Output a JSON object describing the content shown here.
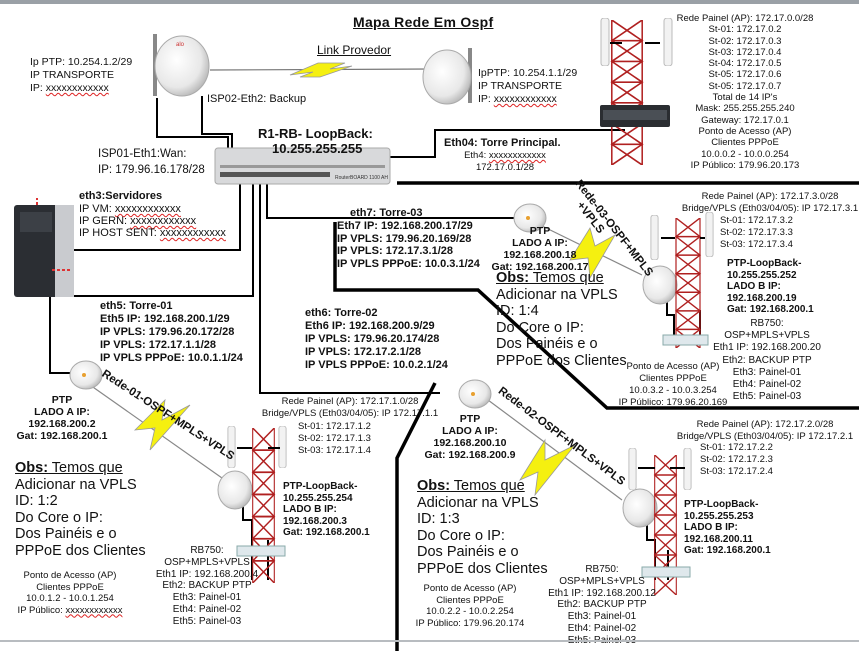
{
  "title": "Mapa  Rede  Em Ospf",
  "link_provedor": "Link Provedor",
  "ptp_left": {
    "lines": [
      "Ip PTP:  10.254.1.2/29",
      "IP TRANSPORTE",
      "IP: xxxxxxxxxxxx"
    ]
  },
  "ptp_right": {
    "lines": [
      "IpPTP:  10.254.1.1/29",
      "IP TRANSPORTE",
      "IP: xxxxxxxxxxxx"
    ]
  },
  "isp02": "ISP02-Eth2: Backup",
  "router": {
    "label": "R1-RB-  LoopBack:",
    "ip": "10.255.255.255",
    "brand": "RouterBOARD 1100 AH"
  },
  "isp01": {
    "lines": [
      "ISP01-Eth1:Wan:",
      "IP: 179.96.16.178/28"
    ]
  },
  "eth04": {
    "title": "Eth04: Torre Principal.",
    "lines": [
      "Eth4: xxxxxxxxxxxx",
      "172.17.0.1/28"
    ]
  },
  "main_ap": {
    "lines": [
      "Rede  Painel (AP): 172.17.0.0/28",
      "St-01: 172.17.0.2",
      "St-02: 172.17.0.3",
      "St-03: 172.17.0.4",
      "St-04: 172.17.0.5",
      "St-05: 172.17.0.6",
      "St-05: 172.17.0.7",
      "Total de 14 IP's",
      "Mask: 255.255.255.240",
      "Gateway: 172.17.0.1",
      "Ponto de Acesso (AP)",
      "Clientes PPPoE",
      "10.0.0.2 - 10.0.0.254",
      "IP Público: 179.96.20.173"
    ]
  },
  "eth3": {
    "title": "eth3:Servidores",
    "lines": [
      " IP VM: xxxxxxxxxxxx",
      "IP GERN:  xxxxxxxxxxxx",
      "IP HOST SENT:  xxxxxxxxxxxx"
    ]
  },
  "eth7": {
    "title": "eth7: Torre-03",
    "lines": [
      "Eth7 IP: 192.168.200.17/29",
      "IP VPLS: 179.96.20.169/28",
      "IP VPLS: 172.17.3.1/28",
      "IP VPLS PPPoE:  10.0.3.1/24"
    ]
  },
  "eth5": {
    "lines": [
      "eth5: Torre-01",
      "Eth5 IP: 192.168.200.1/29",
      "IP VPLS: 179.96.20.172/28",
      "IP VPLS: 172.17.1.1/28",
      "IP VPLS PPPoE:  10.0.1.1/24"
    ]
  },
  "eth6": {
    "lines": [
      "eth6: Torre-02",
      "Eth6 IP: 192.168.200.9/29",
      "IP VPLS: 179.96.20.174/28",
      "IP VPLS: 172.17.2.1/28",
      "IP VPLS PPPoE:  10.0.2.1/24"
    ]
  },
  "torre1": {
    "link": "Rede-01-OSPF+MPLS+VPLS",
    "ptp_a": [
      "PTP",
      "LADO A IP:",
      "192.168.200.2",
      "Gat: 192.168.200.1"
    ],
    "obs": {
      "label": "Obs:",
      "head": " Temos que",
      "lines": [
        "Adicionar na VPLS",
        "ID: 1:2",
        "Do Core  o IP:",
        "Dos Painéis e o",
        "PPPoE dos Clientes"
      ]
    },
    "ap": [
      "Rede  Painel (AP): 172.17.1.0/28",
      "Bridge/VPLS (Eth03/04/05): IP 172.17.1.1"
    ],
    "stations": [
      "St-01: 172.17.1.2",
      "St-02: 172.17.1.3",
      "St-03: 172.17.1.4"
    ],
    "ptp_b": [
      "PTP-LoopBack-",
      "10.255.255.254",
      "LADO B IP:",
      "192.168.200.3",
      "Gat: 192.168.200.1"
    ],
    "rb750": [
      "RB750:",
      "OSP+MPLS+VPLS",
      "Eth1 IP: 192.168.200.4",
      "Eth2: BACKUP PTP",
      "Eth3: Painel-01",
      "Eth4: Painel-02",
      "Eth5: Painel-03"
    ],
    "pppoe": [
      "Ponto de Acesso (AP)",
      "Clientes PPPoE",
      "10.0.1.2 - 10.0.1.254",
      "IP Público: xxxxxxxxxxxx"
    ]
  },
  "torre2": {
    "link": "Rede-02-OSPF+MPLS+VPLS",
    "ptp_a": [
      "PTP",
      "LADO A IP:",
      "192.168.200.10",
      "Gat: 192.168.200.9"
    ],
    "obs": {
      "label": "Obs:",
      "head": " Temos que",
      "lines": [
        "Adicionar na VPLS",
        "ID: 1:3",
        "Do Core  o IP:",
        "Dos Painéis e o",
        "PPPoE dos Clientes"
      ]
    },
    "ap": [
      "Rede  Painel (AP): 172.17.2.0/28",
      "Bridge/VPLS (Eth03/04/05): IP 172.17.2.1"
    ],
    "stations": [
      "St-01: 172.17.2.2",
      "St-02: 172.17.2.3",
      "St-03: 172.17.2.4"
    ],
    "ptp_b": [
      "PTP-LoopBack-",
      "10.255.255.253",
      "LADO B IP:",
      "192.168.200.11",
      "Gat: 192.168.200.1"
    ],
    "rb750": [
      "RB750:",
      "OSP+MPLS+VPLS",
      "Eth1 IP: 192.168.200.12",
      "Eth2: BACKUP PTP",
      "Eth3: Painel-01",
      "Eth4: Painel-02",
      "Eth5: Painel-03"
    ],
    "pppoe": [
      "Ponto de Acesso (AP)",
      "Clientes PPPoE",
      "10.0.2.2 - 10.0.2.254",
      "IP Público:  179.96.20.174"
    ]
  },
  "torre3": {
    "link": [
      "Rede-03-OSPF+MPLS",
      "+VPLS"
    ],
    "ptp_a": [
      "PTP",
      "LADO A IP:",
      "192.168.200.18",
      "Gat: 192.168.200.17"
    ],
    "obs": {
      "label": "Obs:",
      "head": " Temos que",
      "lines": [
        "Adicionar na VPLS",
        "ID: 1:4",
        "Do Core  o IP:",
        "Dos Painéis e o",
        "PPPoE dos Clientes"
      ]
    },
    "ap": [
      "Rede  Painel (AP): 172.17.3.0/28",
      "Bridge/VPLS (Eth03/04/05): IP 172.17.3.1"
    ],
    "stations": [
      "St-01: 172.17.3.2",
      "St-02: 172.17.3.3",
      "St-03: 172.17.3.4"
    ],
    "ptp_b": [
      "PTP-LoopBack-",
      "10.255.255.252",
      "LADO B IP:",
      "192.168.200.19",
      "Gat: 192.168.200.1"
    ],
    "rb750": [
      "RB750:",
      "OSP+MPLS+VPLS",
      "Eth1 IP: 192.168.200.20",
      "Eth2: BACKUP PTP",
      "Eth3: Painel-01",
      "Eth4: Painel-02",
      "Eth5: Painel-03"
    ],
    "pppoe": [
      "Ponto de Acesso (AP)",
      "Clientes PPPoE",
      "10.0.3.2 - 10.0.3.254",
      "IP Público:  179.96.20.169"
    ]
  },
  "colors": {
    "tower": "#b02020",
    "bolt": "#f5f010",
    "line": "#000000"
  }
}
